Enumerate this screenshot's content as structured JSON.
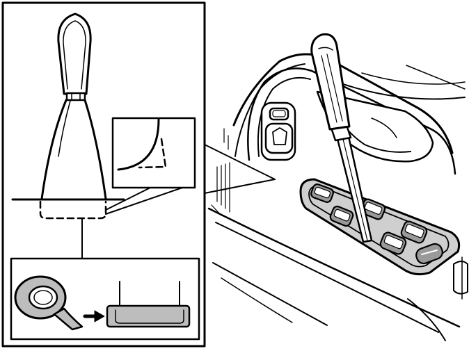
{
  "colors": {
    "ink": "#000000",
    "paper": "#ffffff",
    "tape_fill": "#bdbdbd",
    "panel_fill": "#cfcfcf",
    "button_fill": "#9a9a9a"
  },
  "figure": {
    "left_panel": {
      "lever_handle": "lever-handle",
      "lever_boot": "lever-boot",
      "detail_callout": "corner-detail",
      "tape_step": "apply-tape-to-lever-tip"
    },
    "right_panel": {
      "door_panel": "door-interior",
      "tool": "screwdriver",
      "switch_panel": "window-switch-panel"
    }
  }
}
